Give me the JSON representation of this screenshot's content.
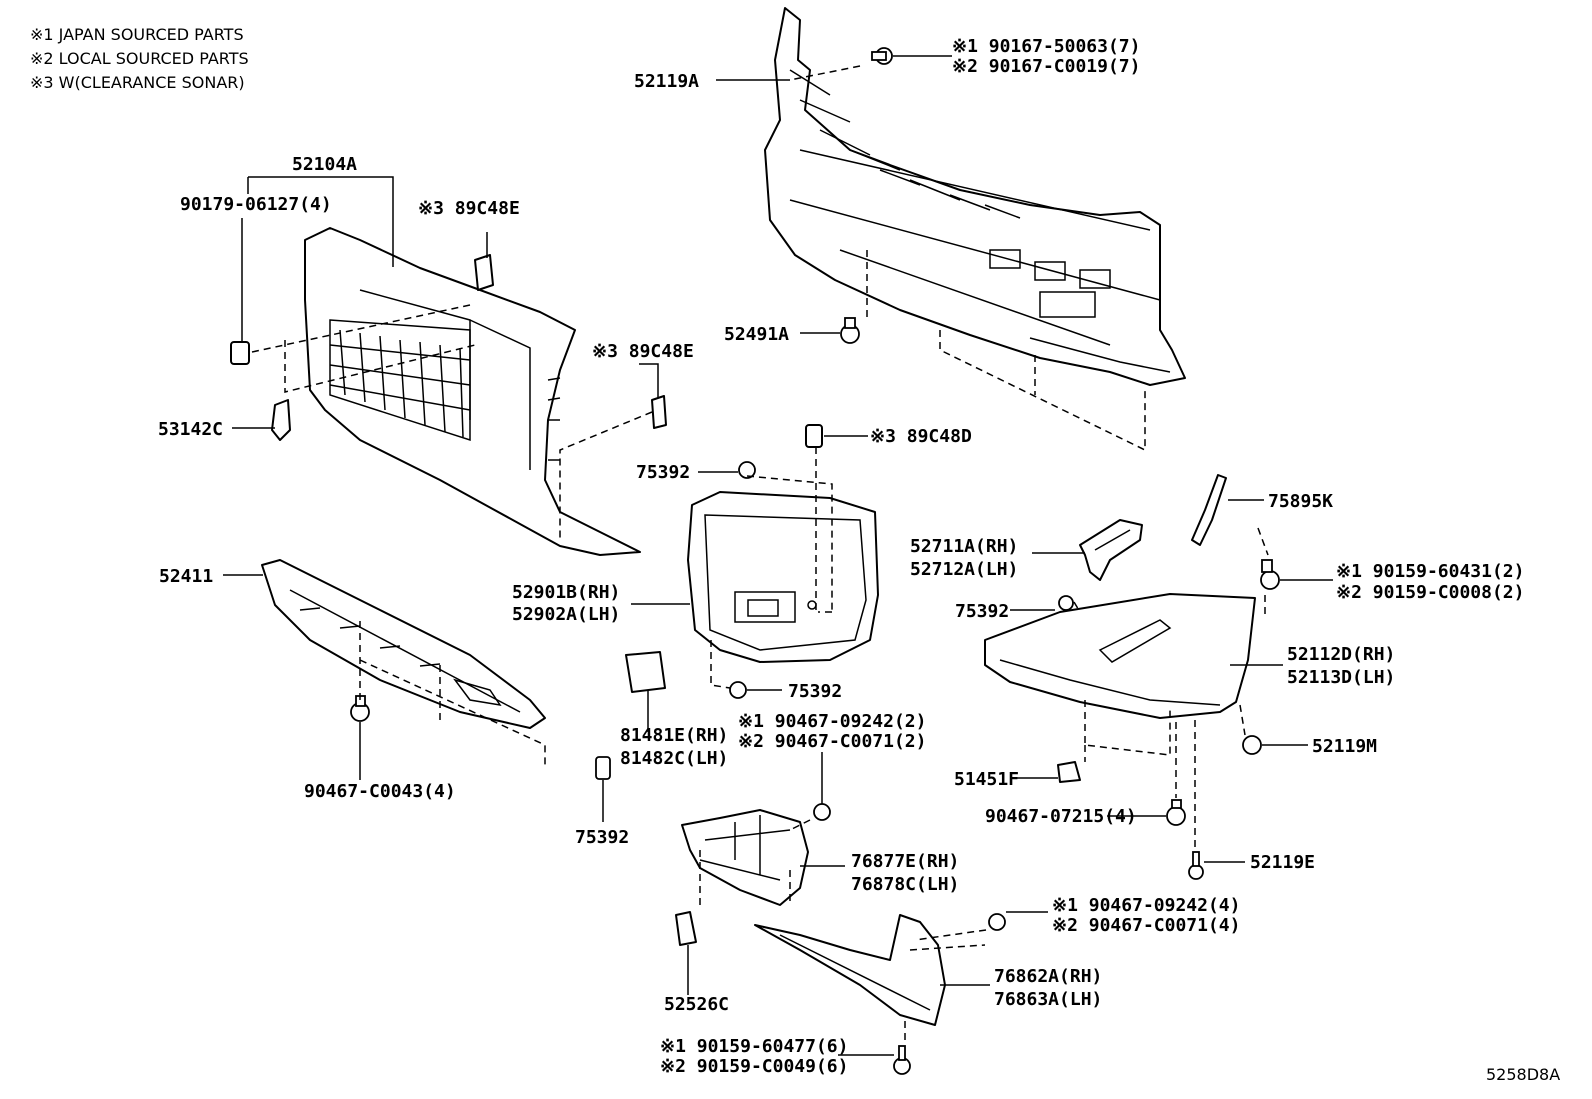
{
  "notes": {
    "note1": "※1 JAPAN SOURCED PARTS",
    "note2": "※2 LOCAL SOURCED PARTS",
    "note3": "※3 W(CLEARANCE SONAR)"
  },
  "diagram_id": "5258D8A",
  "callouts": {
    "c52119A": "52119A",
    "c52119A_p1": "※1 90167-50063(7)",
    "c52119A_p2": "※2 90167-C0019(7)",
    "c52104A": "52104A",
    "c90179": "90179-06127(4)",
    "c89C48E_a": "※3 89C48E",
    "c89C48E_b": "※3 89C48E",
    "c53142C": "53142C",
    "c52491A": "52491A",
    "c89C48D": "※3 89C48D",
    "c75392_a": "75392",
    "c75895K": "75895K",
    "c52711A": "52711A(RH)",
    "c52712A": "52712A(LH)",
    "c90159_a1": "※1 90159-60431(2)",
    "c90159_a2": "※2 90159-C0008(2)",
    "c52411": "52411",
    "c52901B": "52901B(RH)",
    "c52902A": "52902A(LH)",
    "c75392_b": "75392",
    "c52112D": "52112D(RH)",
    "c52113D": "52113D(LH)",
    "c75392_c": "75392",
    "c81481E": "81481E(RH)",
    "c81482C": "81482C(LH)",
    "c90467_a1": "※1 90467-09242(2)",
    "c90467_a2": "※2 90467-C0071(2)",
    "c52119M": "52119M",
    "c90467_C0043": "90467-C0043(4)",
    "c51451F": "51451F",
    "c75392_d": "75392",
    "c90467_07215": "90467-07215(4)",
    "c76877E": "76877E(RH)",
    "c76878C": "76878C(LH)",
    "c52119E": "52119E",
    "c90467_b1": "※1 90467-09242(4)",
    "c90467_b2": "※2 90467-C0071(4)",
    "c52526C": "52526C",
    "c76862A": "76862A(RH)",
    "c76863A": "76863A(LH)",
    "c90159_b1": "※1 90159-60477(6)",
    "c90159_b2": "※2 90159-C0049(6)"
  },
  "icons": {
    "bolt": "bolt-icon",
    "clip": "clip-icon",
    "nut": "nut-icon",
    "retainer": "retainer-icon"
  }
}
